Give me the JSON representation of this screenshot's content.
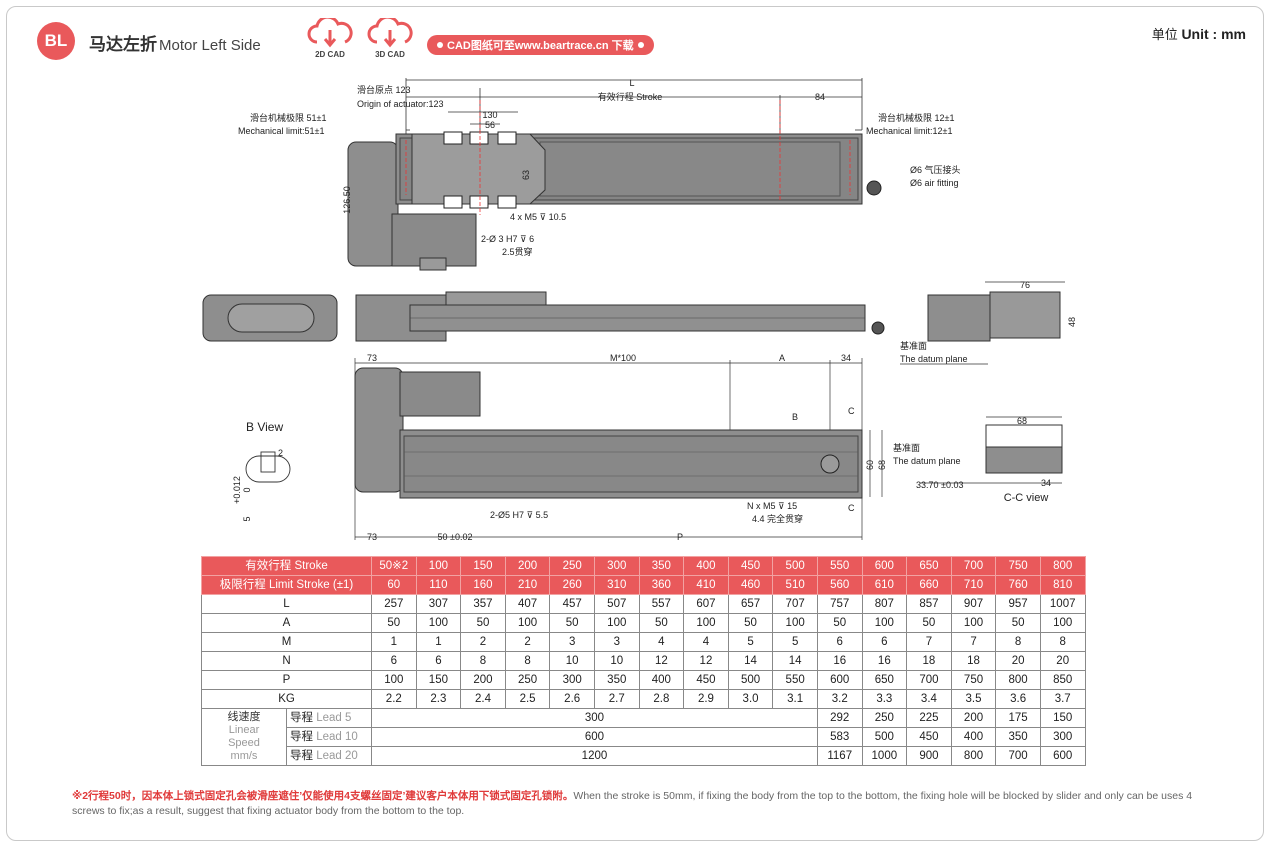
{
  "header": {
    "badge": "BL",
    "title_cn": "马达左折",
    "title_en": "Motor Left Side",
    "cad2d": "2D CAD",
    "cad3d": "3D CAD",
    "download": "CAD图纸可至www.beartrace.cn 下载",
    "unit_cn": "单位",
    "unit_en": "Unit : mm"
  },
  "drawing_labels": {
    "L": "L",
    "origin_cn": "滑台原点 123",
    "origin_en": "Origin of actuator:123",
    "stroke": "有效行程 Stroke",
    "d84": "84",
    "d130": "130",
    "d56": "56",
    "d63": "63",
    "d126": "126.50",
    "mech_left_cn": "滑台机械极限 51±1",
    "mech_left_en": "Mechanical limit:51±1",
    "mech_right_cn": "滑台机械极限 12±1",
    "mech_right_en": "Mechanical limit:12±1",
    "air_cn": "Ø6 气压接头",
    "air_en": "Ø6 air fitting",
    "m5": "4 x  M5 ⊽ 10.5",
    "h7": "2-Ø 3 H7 ⊽ 6",
    "h7b": "2.5贯穿",
    "d76": "76",
    "d48": "48",
    "datum_cn": "基准面",
    "datum_en": "The datum plane",
    "d73": "73",
    "m100": "M*100",
    "A": "A",
    "d34": "34",
    "B": "B",
    "C": "C",
    "bview": "B View",
    "d2": "2",
    "tol": "+0.012",
    "tol0": "0",
    "d5": "5",
    "d60": "60",
    "d68": "68",
    "h7c": "2-Ø5 H7 ⊽ 5.5",
    "nm5": "N x M5 ⊽ 15",
    "nm5b": "4.4 完全贯穿",
    "d73b": "73",
    "d50": "50 ±0.02",
    "P": "P",
    "d68b": "68",
    "d34b": "34",
    "d3370": "33.70 ±0.03",
    "ccview": "C-C view"
  },
  "table": {
    "stroke_label": "有效行程  Stroke",
    "limit_label": "极限行程  Limit Stroke (±1)",
    "stroke": [
      "50※2",
      "100",
      "150",
      "200",
      "250",
      "300",
      "350",
      "400",
      "450",
      "500",
      "550",
      "600",
      "650",
      "700",
      "750",
      "800"
    ],
    "limit": [
      "60",
      "110",
      "160",
      "210",
      "260",
      "310",
      "360",
      "410",
      "460",
      "510",
      "560",
      "610",
      "660",
      "710",
      "760",
      "810"
    ],
    "rows": [
      {
        "label": "L",
        "values": [
          "257",
          "307",
          "357",
          "407",
          "457",
          "507",
          "557",
          "607",
          "657",
          "707",
          "757",
          "807",
          "857",
          "907",
          "957",
          "1007"
        ]
      },
      {
        "label": "A",
        "values": [
          "50",
          "100",
          "50",
          "100",
          "50",
          "100",
          "50",
          "100",
          "50",
          "100",
          "50",
          "100",
          "50",
          "100",
          "50",
          "100"
        ]
      },
      {
        "label": "M",
        "values": [
          "1",
          "1",
          "2",
          "2",
          "3",
          "3",
          "4",
          "4",
          "5",
          "5",
          "6",
          "6",
          "7",
          "7",
          "8",
          "8"
        ]
      },
      {
        "label": "N",
        "values": [
          "6",
          "6",
          "8",
          "8",
          "10",
          "10",
          "12",
          "12",
          "14",
          "14",
          "16",
          "16",
          "18",
          "18",
          "20",
          "20"
        ]
      },
      {
        "label": "P",
        "values": [
          "100",
          "150",
          "200",
          "250",
          "300",
          "350",
          "400",
          "450",
          "500",
          "550",
          "600",
          "650",
          "700",
          "750",
          "800",
          "850"
        ]
      },
      {
        "label": "KG",
        "values": [
          "2.2",
          "2.3",
          "2.4",
          "2.5",
          "2.6",
          "2.7",
          "2.8",
          "2.9",
          "3.0",
          "3.1",
          "3.2",
          "3.3",
          "3.4",
          "3.5",
          "3.6",
          "3.7"
        ]
      }
    ],
    "speed_cn": "线速度",
    "speed_en1": "Linear",
    "speed_en2": "Speed",
    "speed_unit": "mm/s",
    "lead_cn": "导程",
    "speed_rows": [
      {
        "lead": "Lead 5",
        "merged": "300",
        "values": [
          "292",
          "250",
          "225",
          "200",
          "175",
          "150"
        ]
      },
      {
        "lead": "Lead 10",
        "merged": "600",
        "values": [
          "583",
          "500",
          "450",
          "400",
          "350",
          "300"
        ]
      },
      {
        "lead": "Lead 20",
        "merged": "1200",
        "values": [
          "1167",
          "1000",
          "900",
          "800",
          "700",
          "600"
        ]
      }
    ]
  },
  "note": {
    "red": "※2行程50时，因本体上锁式固定孔会被滑座遮住’仅能使用4支螺丝固定’建议客户本体用下锁式固定孔锁附。",
    "en": "When the stroke is 50mm, if fixing the body from the top to the bottom, the fixing hole will be blocked by slider and only can be uses 4 screws to fix;as a result, suggest that fixing actuator body from the bottom to the top."
  },
  "colors": {
    "accent": "#e9595b",
    "body": "#8e8e8e",
    "dark": "#3a3a3a"
  }
}
